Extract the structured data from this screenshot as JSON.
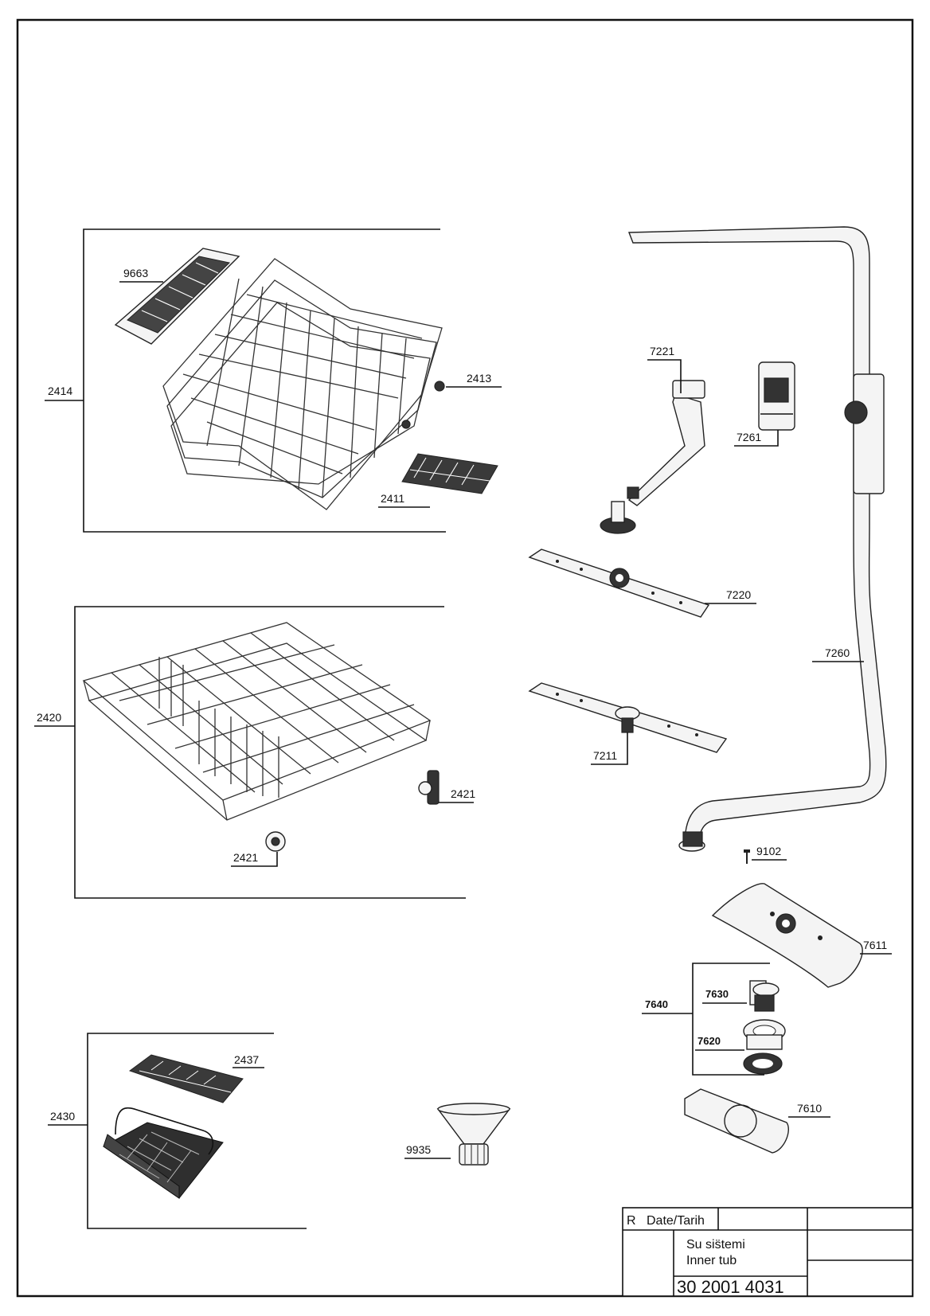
{
  "labels": {
    "p9663": "9663",
    "p2414": "2414",
    "p2413": "2413",
    "p2411": "2411",
    "p2420": "2420",
    "p2421a": "2421",
    "p2421b": "2421",
    "p2430": "2430",
    "p2437": "2437",
    "p9935": "9935",
    "p7221": "7221",
    "p7261": "7261",
    "p7220": "7220",
    "p7211": "7211",
    "p7260": "7260",
    "p9102": "9102",
    "p7611": "7611",
    "p7640": "7640",
    "p7630": "7630",
    "p7620": "7620",
    "p7610": "7610"
  },
  "title_block": {
    "rev": "R",
    "date_label": "Date/Tarih",
    "title_tr": "Su sis̈temi",
    "title_en": "Inner tub",
    "drawing_number": "30 2001 4031"
  }
}
